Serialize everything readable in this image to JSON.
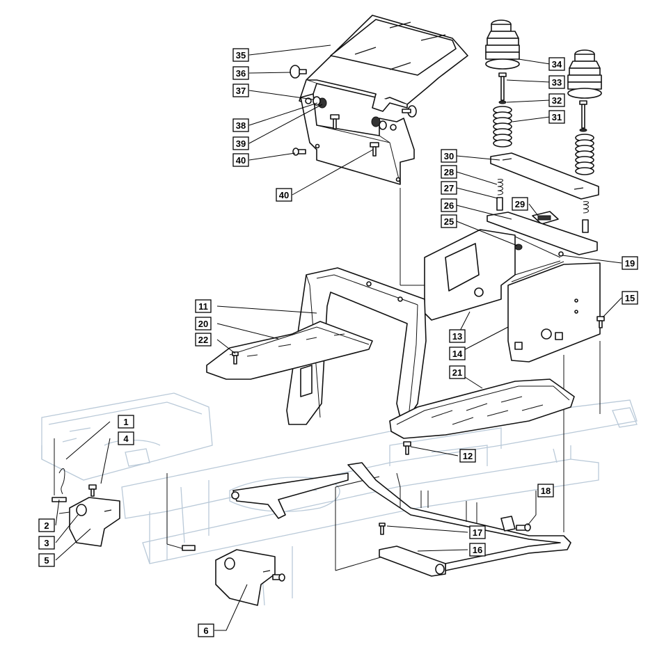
{
  "callouts": [
    {
      "n": "1"
    },
    {
      "n": "2"
    },
    {
      "n": "3"
    },
    {
      "n": "4"
    },
    {
      "n": "5"
    },
    {
      "n": "6"
    },
    {
      "n": "11"
    },
    {
      "n": "12"
    },
    {
      "n": "13"
    },
    {
      "n": "14"
    },
    {
      "n": "15"
    },
    {
      "n": "16"
    },
    {
      "n": "17"
    },
    {
      "n": "18"
    },
    {
      "n": "19"
    },
    {
      "n": "20"
    },
    {
      "n": "21"
    },
    {
      "n": "22"
    },
    {
      "n": "25"
    },
    {
      "n": "26"
    },
    {
      "n": "27"
    },
    {
      "n": "28"
    },
    {
      "n": "29"
    },
    {
      "n": "30"
    },
    {
      "n": "31"
    },
    {
      "n": "32"
    },
    {
      "n": "33"
    },
    {
      "n": "34"
    },
    {
      "n": "35"
    },
    {
      "n": "36"
    },
    {
      "n": "37"
    },
    {
      "n": "38"
    },
    {
      "n": "39"
    },
    {
      "n": "40"
    },
    {
      "n": "40"
    }
  ],
  "colors": {
    "line": "#111111",
    "ghost_frame": "#b9c9d8",
    "label_border": "#000000",
    "background": "#ffffff"
  }
}
